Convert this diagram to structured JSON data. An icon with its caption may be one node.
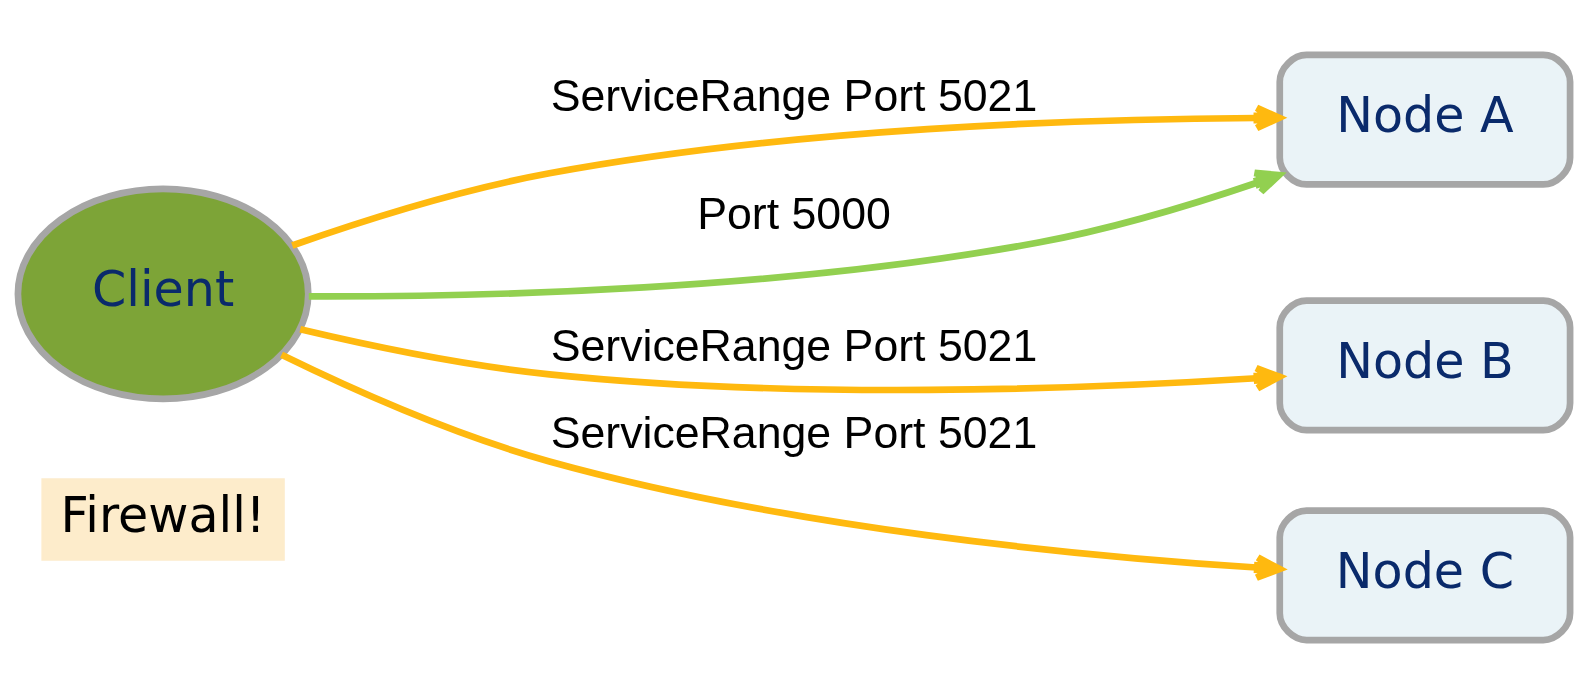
{
  "diagram": {
    "nodes": [
      {
        "text": [
          "Firewall!"
        ]
      },
      {
        "text": [
          "Client"
        ]
      },
      {
        "text": [
          "Node A"
        ]
      },
      {
        "text": [
          "Node B"
        ]
      },
      {
        "text": [
          "Node C"
        ]
      }
    ],
    "edges": [
      {
        "from": 1,
        "to": 2,
        "arrow": "to",
        "label": "ServiceRange Port 5021"
      },
      {
        "from": 1,
        "to": 2,
        "arrow": "to",
        "label": "Port 5000",
        "color": "#92d050"
      },
      {
        "from": 1,
        "to": 3,
        "arrow": "to",
        "label": "ServiceRange Port 5021"
      },
      {
        "from": 1,
        "to": 4,
        "arrow": "to",
        "label": "ServiceRange Port 5021"
      }
    ]
  }
}
